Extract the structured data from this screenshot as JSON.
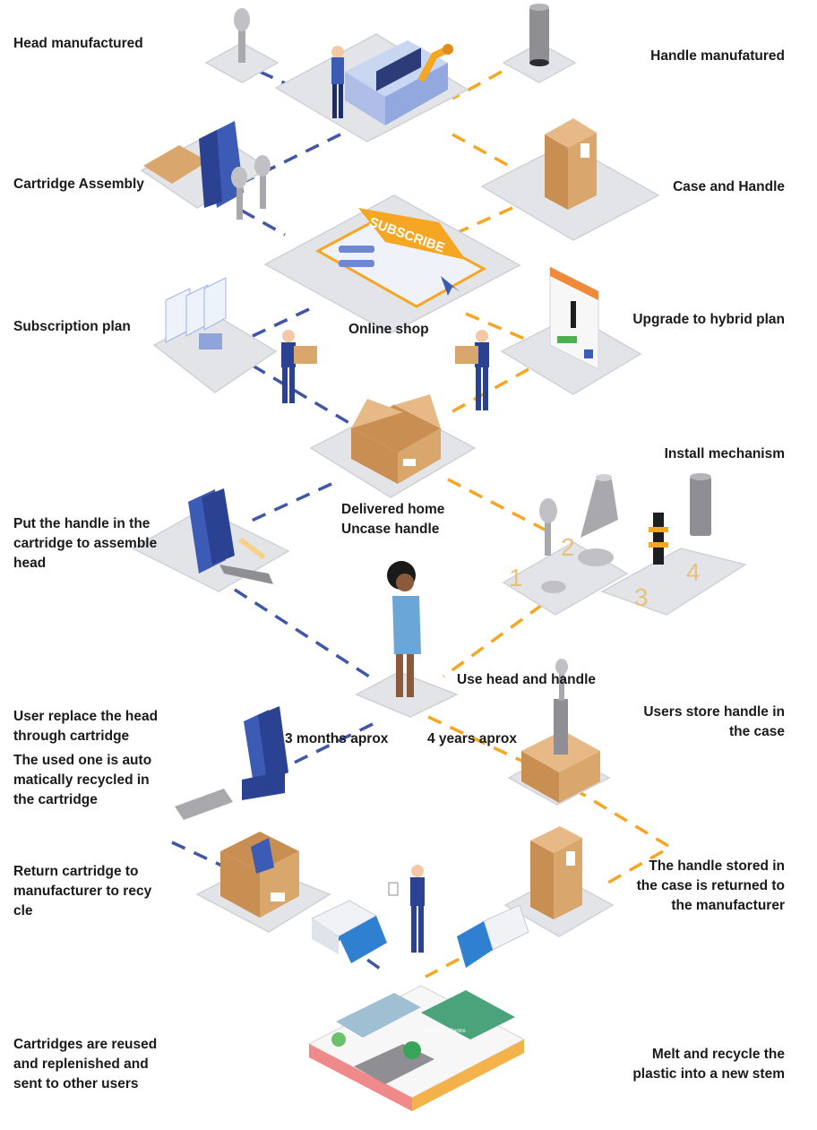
{
  "labels": {
    "head_manufactured": "Head manufactured",
    "handle_manufactured": "Handle manufatured",
    "cartridge_assembly": "Cartridge Assembly",
    "case_and_handle": "Case and Handle",
    "subscription_plan": "Subscription plan",
    "online_shop": "Online shop",
    "upgrade_hybrid": "Upgrade to hybrid plan",
    "install_mechanism": "Install mechanism",
    "put_handle": "Put the handle in the\ncartridge to assemble\nhead",
    "delivered_home": "Delivered home\nUncase handle",
    "use_head_handle": "Use head and handle",
    "user_replace": "User replace the head\nthrough cartridge",
    "auto_recycled": "The used one is auto\nmatically recycled in\nthe cartridge",
    "three_months": "3 months aprox",
    "four_years": "4 years aprox",
    "users_store": "Users store handle in\nthe case",
    "return_cartridge": "Return cartridge to\nmanufacturer to recy\ncle",
    "handle_returned": "The handle stored in\nthe case is returned to\nthe manufacturer",
    "cartridges_reused": "Cartridges are reused\nand replenished and\nsent to other users",
    "melt_recycle": "Melt and recycle the\nplastic into a new stem"
  },
  "illustration_text": {
    "subscribe_banner": "SUBSCRIBE",
    "recycling_centre": "Recycling Centre",
    "step_numbers": [
      "1",
      "2",
      "3",
      "4"
    ]
  },
  "colors": {
    "blue_path": "#3f57a6",
    "orange_path": "#f5a623",
    "platform": "#e3e4e8",
    "cardboard": "#d9a66b",
    "machine_blue": "#3b5bb5"
  }
}
